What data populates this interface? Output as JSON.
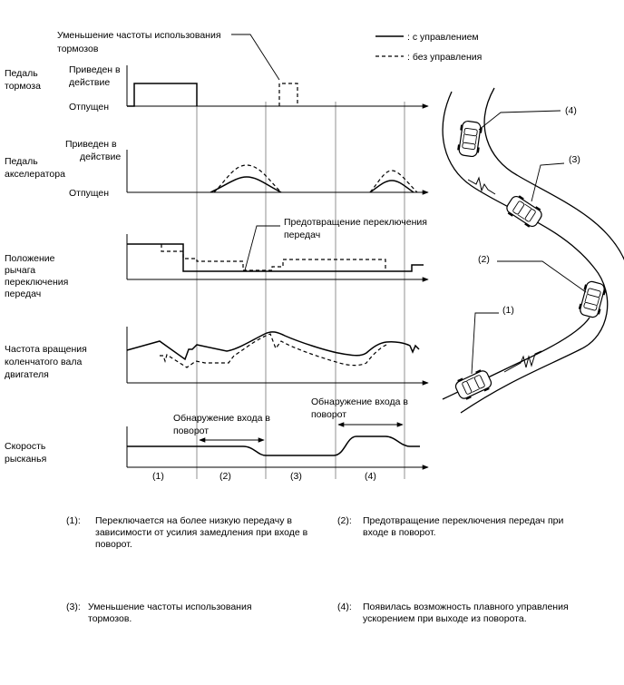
{
  "legend": {
    "solid_label": ": с управлением",
    "dashed_label": ": без управления"
  },
  "top_callout": {
    "line1": "Уменьшение частоты использования",
    "line2": "тормозов"
  },
  "rows": {
    "brake": {
      "title_line1": "Педаль",
      "title_line2": "тормоза",
      "on_line1": "Приведен в",
      "on_line2": "действие",
      "off": "Отпущен"
    },
    "accel": {
      "title_line1": "Педаль",
      "title_line2": "акселератора",
      "on_line1": "Приведен в",
      "on_line2": "действие",
      "off": "Отпущен"
    },
    "shift": {
      "title_line1": "Положение",
      "title_line2": "рычага",
      "title_line3": "переключения",
      "title_line4": "передач",
      "callout_line1": "Предотвращение переключения",
      "callout_line2": "передач"
    },
    "rpm": {
      "title_line1": "Частота вращения",
      "title_line2": "коленчатого вала",
      "title_line3": "двигателя"
    },
    "yaw": {
      "title_line1": "Скорость",
      "title_line2": "рысканья",
      "detect1_line1": "Обнаружение входа в",
      "detect1_line2": "поворот",
      "detect2_line1": "Обнаружение входа в",
      "detect2_line2": "поворот"
    }
  },
  "phases": [
    "(1)",
    "(2)",
    "(3)",
    "(4)"
  ],
  "road_labels": [
    "(4)",
    "(3)",
    "(2)",
    "(1)"
  ],
  "notes": [
    {
      "num": "(1):",
      "text_line1": "Переключается на более низкую передачу в",
      "text_line2": "зависимости от усилия замедления при входе в",
      "text_line3": "поворот."
    },
    {
      "num": "(2):",
      "text_line1": "Предотвращение переключения передач при",
      "text_line2": "входе в поворот.",
      "text_line3": ""
    },
    {
      "num": "(3):",
      "text_line1": "Уменьшение частоты использования",
      "text_line2": "тормозов.",
      "text_line3": ""
    },
    {
      "num": "(4):",
      "text_line1": "Появилась возможность плавного управления",
      "text_line2": "ускорением при выходе из поворота.",
      "text_line3": ""
    }
  ]
}
